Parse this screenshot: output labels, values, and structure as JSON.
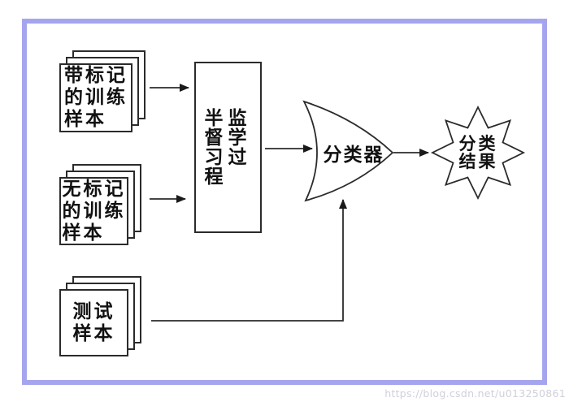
{
  "diagram": {
    "nodes": {
      "labeled_samples": {
        "type": "document-stack",
        "label": "带标记\n的训练\n样本"
      },
      "unlabeled_samples": {
        "type": "document-stack",
        "label": "无标记\n的训练\n样本"
      },
      "test_samples": {
        "type": "document-stack",
        "label": "测试\n样本"
      },
      "process": {
        "type": "rectangle",
        "label": "半监\n督学\n习过\n程"
      },
      "classifier": {
        "type": "curved-chevron",
        "label": "分类器"
      },
      "result": {
        "type": "starburst",
        "label": "分类\n结果"
      }
    },
    "edges": [
      {
        "from": "labeled_samples",
        "to": "process"
      },
      {
        "from": "unlabeled_samples",
        "to": "process"
      },
      {
        "from": "process",
        "to": "classifier"
      },
      {
        "from": "classifier",
        "to": "result"
      },
      {
        "from": "test_samples",
        "to": "classifier"
      }
    ]
  },
  "watermark": {
    "text": "https://blog.csdn.net/u013250861"
  },
  "colors": {
    "frame_border": "#a5a5ef",
    "line": "#2b2b2b",
    "text": "#111111",
    "watermark": "#d0d0da",
    "background": "#ffffff"
  }
}
